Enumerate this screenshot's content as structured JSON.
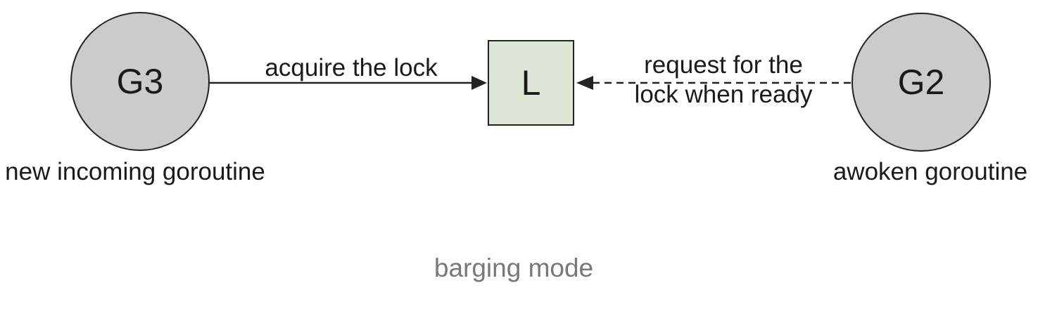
{
  "figure": {
    "caption": "barging mode"
  },
  "diagram": {
    "nodes": [
      {
        "id": "G3",
        "label": "G3",
        "caption": "new incoming goroutine",
        "shape": "circle",
        "fill": "#cbcbcb"
      },
      {
        "id": "L",
        "label": "L",
        "shape": "square",
        "fill": "#dce8d5"
      },
      {
        "id": "G2",
        "label": "G2",
        "caption": "awoken goroutine",
        "shape": "circle",
        "fill": "#cbcbcb"
      }
    ],
    "edges": [
      {
        "from": "G3",
        "to": "L",
        "style": "solid",
        "label": "acquire the lock"
      },
      {
        "from": "G2",
        "to": "L",
        "style": "dashed",
        "label_line1": "request for the",
        "label_line2": "lock when ready"
      }
    ],
    "colors": {
      "node_fill_gray": "#cbcbcb",
      "lock_fill_green": "#dce8d5",
      "stroke": "#222222",
      "label_text": "#1a1a1a",
      "caption_gray": "#787878"
    }
  }
}
